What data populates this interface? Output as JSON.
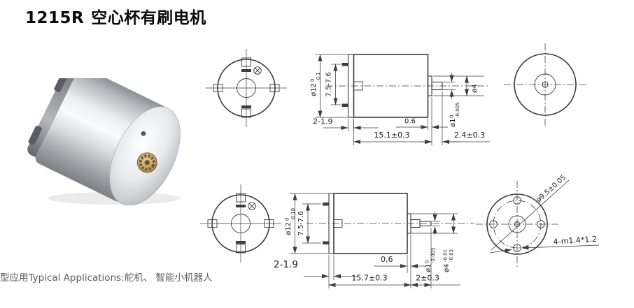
{
  "title": {
    "model": "1215R",
    "name": "空心杯有刷电机"
  },
  "caption": "型应用Typical Applications:舵机、 智能小机器人",
  "colors": {
    "line": "#3d3d3d",
    "dim_text": "#1f1f1f",
    "title_text": "#0b0b0b",
    "caption_text": "#5d5d5d",
    "background": "#ffffff",
    "metal_silver": "#c9ccd0",
    "brass_gear": "#bfa470"
  },
  "top_view": {
    "dia_body": {
      "main": "ø12",
      "sup": "0",
      "sub": "-0.1"
    },
    "pin_span": "7.5-7.6",
    "pin_dim": "2-1.9",
    "boss_width": "0.6",
    "body_length": "15.1±0.3",
    "shaft_length": "2.4±0.3",
    "shaft_dia": {
      "main": "ø1",
      "sup": "0",
      "sub": "-0.005"
    },
    "boss_dia": "ø4"
  },
  "bottom_view": {
    "dia_body": {
      "main": "ø12",
      "sup": "0",
      "sub": "-0.10"
    },
    "pin_span": "7.5-7.6",
    "pin_dim": "2-1.9",
    "boss_width": "0,6",
    "body_length": "15.7±0.3",
    "shaft_length": "2±0.3",
    "shaft_dia": {
      "main": "ø1",
      "sup": "0",
      "sub": "-0.005"
    },
    "boss_dia": {
      "main": "ø4",
      "sup": "-0.01",
      "sub": "-0.03"
    },
    "bolt_circle_dia": "ø9.5±0.05",
    "mount_holes": "4-m1.4*1.2"
  }
}
